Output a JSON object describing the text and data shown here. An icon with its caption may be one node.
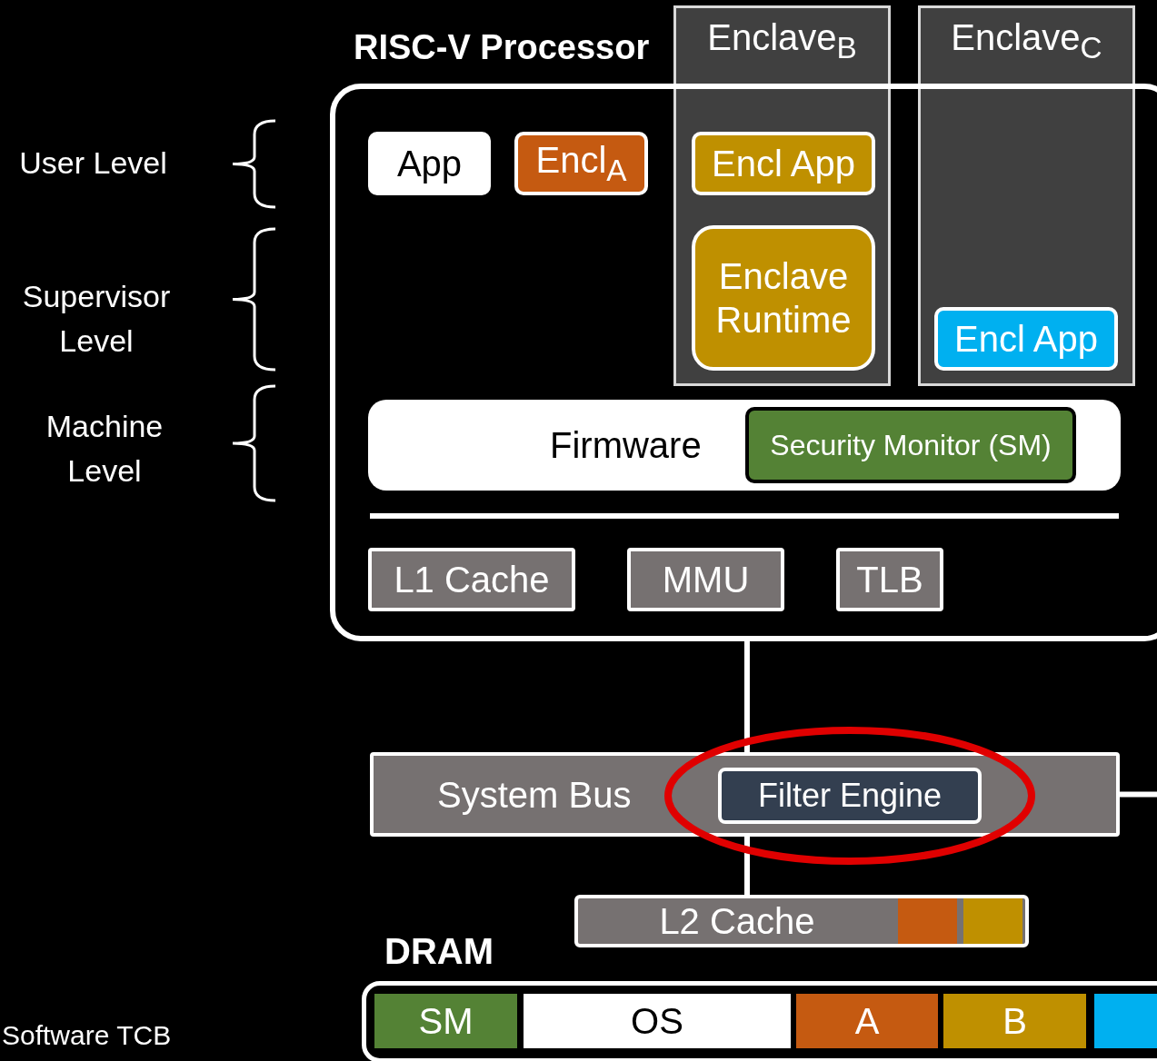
{
  "diagram": {
    "nodes": [
      {
        "text": [
          "RISC-V Processor"
        ]
      },
      {
        "text": [
          "Enclave$_{B}$"
        ]
      },
      {
        "text": [
          "Enclave$_{C}$"
        ]
      },
      {
        "text": [
          "App"
        ],
        "in": 0
      },
      {
        "text": [
          "Encl$_{A}$"
        ],
        "in": 0
      },
      {
        "text": [
          "Encl App"
        ]
      },
      {
        "text": [
          "Enclave Runtime"
        ]
      },
      {
        "text": [
          "Encl App"
        ]
      },
      {
        "text": [
          "Firmware"
        ],
        "in": 0
      },
      {
        "text": [
          "Security Monitor (SM)"
        ],
        "in": 8
      },
      {
        "text": [
          "L1 Cache"
        ],
        "in": 0
      },
      {
        "text": [
          "MMU"
        ],
        "in": 0
      },
      {
        "text": [
          "TLB"
        ],
        "in": 0
      },
      {
        "text": [
          "System Bus"
        ]
      },
      {
        "text": [
          "Filter Engine"
        ],
        "in": 13
      },
      {
        "text": [
          "L2 Cache"
        ]
      },
      {
        "text": [],
        "shape": "box",
        "in": 15
      },
      {
        "text": [],
        "shape": "box",
        "in": 15
      },
      {
        "text": [
          "DRAM"
        ]
      },
      {
        "text": [
          "SM"
        ],
        "in": 18
      },
      {
        "text": [
          "OS"
        ],
        "in": 18
      },
      {
        "text": [
          "A"
        ],
        "in": 18
      },
      {
        "text": [
          "B"
        ],
        "in": 18
      },
      {
        "text": [],
        "shape": "box",
        "in": 18
      }
    ],
    "edges": [
      {
        "from": 0,
        "to": 13,
        "arrow": "none"
      },
      {
        "from": 13,
        "to": 15,
        "arrow": "none"
      },
      {
        "from": 13,
        "to": null,
        "arrow": "none"
      }
    ],
    "labels": [
      "User Level",
      "Supervisor Level",
      "Machine Level",
      "Software TCB"
    ]
  }
}
